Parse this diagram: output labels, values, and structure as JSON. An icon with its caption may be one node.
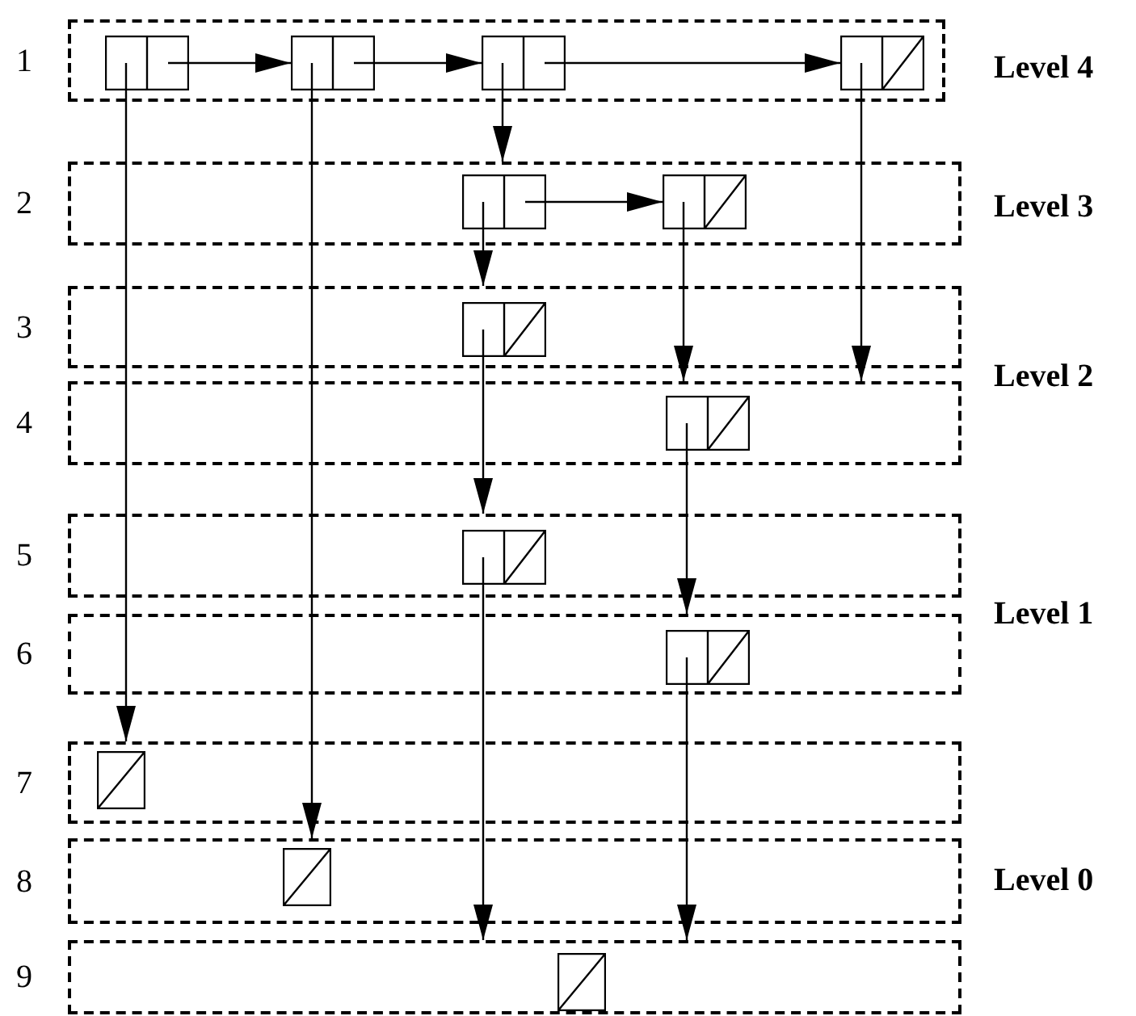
{
  "diagram": {
    "nodes": [
      {
        "text": [
          "1"
        ]
      },
      {
        "text": [],
        "shape": "box",
        "in": 0
      },
      {
        "text": [],
        "shape": "box",
        "in": 0
      },
      {
        "text": [],
        "shape": "box",
        "in": 0
      },
      {
        "text": [],
        "shape": "box",
        "in": 0
      },
      {
        "text": [
          "2"
        ]
      },
      {
        "text": [],
        "shape": "box",
        "in": 5
      },
      {
        "text": [],
        "shape": "box",
        "in": 5
      },
      {
        "text": [
          "3"
        ]
      },
      {
        "text": [],
        "shape": "box",
        "in": 8
      },
      {
        "text": [
          "4"
        ]
      },
      {
        "text": [],
        "shape": "box",
        "in": 10
      },
      {
        "text": [
          "5"
        ]
      },
      {
        "text": [],
        "shape": "box",
        "in": 12
      },
      {
        "text": [
          "6"
        ]
      },
      {
        "text": [],
        "shape": "box",
        "in": 14
      },
      {
        "text": [
          "7"
        ]
      },
      {
        "text": [],
        "shape": "box",
        "in": 16
      },
      {
        "text": [
          "8"
        ]
      },
      {
        "text": [],
        "shape": "box",
        "in": 18
      },
      {
        "text": [
          "9"
        ]
      },
      {
        "text": [],
        "shape": "box",
        "in": 20
      }
    ],
    "edges": [
      {
        "from": 1,
        "to": 2,
        "arrow": "to"
      },
      {
        "from": 2,
        "to": 3,
        "arrow": "to"
      },
      {
        "from": 3,
        "to": 4,
        "arrow": "to"
      },
      {
        "from": 1,
        "to": 16,
        "arrow": "to"
      },
      {
        "from": 2,
        "to": 18,
        "arrow": "to"
      },
      {
        "from": 3,
        "to": 5,
        "arrow": "to"
      },
      {
        "from": 4,
        "to": 10,
        "arrow": "to"
      },
      {
        "from": 6,
        "to": 7,
        "arrow": "to"
      },
      {
        "from": 6,
        "to": 8,
        "arrow": "to"
      },
      {
        "from": 7,
        "to": 10,
        "arrow": "to"
      },
      {
        "from": 9,
        "to": 12,
        "arrow": "to"
      },
      {
        "from": 11,
        "to": 14,
        "arrow": "to"
      },
      {
        "from": 13,
        "to": 20,
        "arrow": "to"
      },
      {
        "from": 15,
        "to": 20,
        "arrow": "to"
      }
    ],
    "labels": [
      "Level 4",
      "Level 3",
      "Level 2",
      "Level 1",
      "Level 0"
    ]
  }
}
